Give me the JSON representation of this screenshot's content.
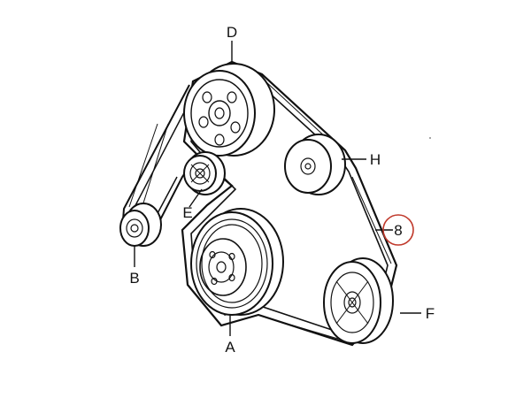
{
  "labels": {
    "a": "A",
    "b": "B",
    "d": "D",
    "e": "E",
    "f": "F",
    "h": "H",
    "callout": "8"
  },
  "colors": {
    "line": "#111111",
    "callout_circle": "#c0392b",
    "background": "#ffffff"
  }
}
